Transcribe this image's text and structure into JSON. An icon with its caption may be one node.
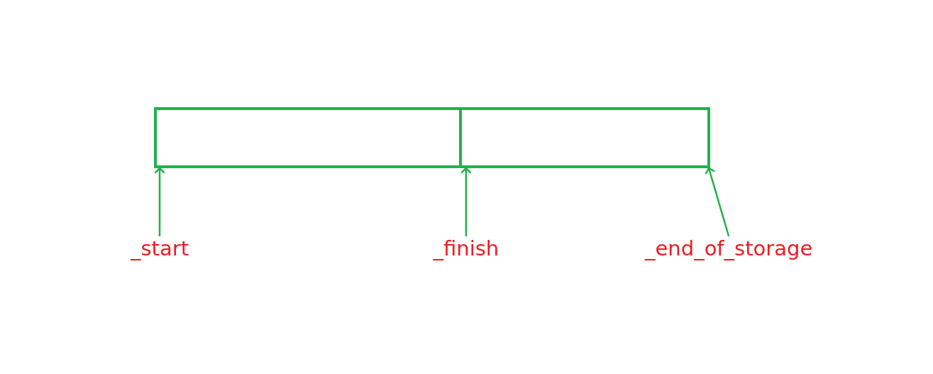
{
  "diagram": {
    "nodes": [
      {
        "text": [],
        "shape": "box"
      },
      {
        "text": [],
        "shape": "box"
      },
      {
        "text": [
          "_start"
        ]
      },
      {
        "text": [
          "_finish"
        ]
      },
      {
        "text": [
          "_end_of_storage"
        ]
      }
    ],
    "edges": [
      {
        "from": 2,
        "to": 0,
        "arrow": "to"
      },
      {
        "from": 3,
        "to": 1,
        "arrow": "to"
      },
      {
        "from": 4,
        "to": 1,
        "arrow": "to"
      }
    ]
  }
}
